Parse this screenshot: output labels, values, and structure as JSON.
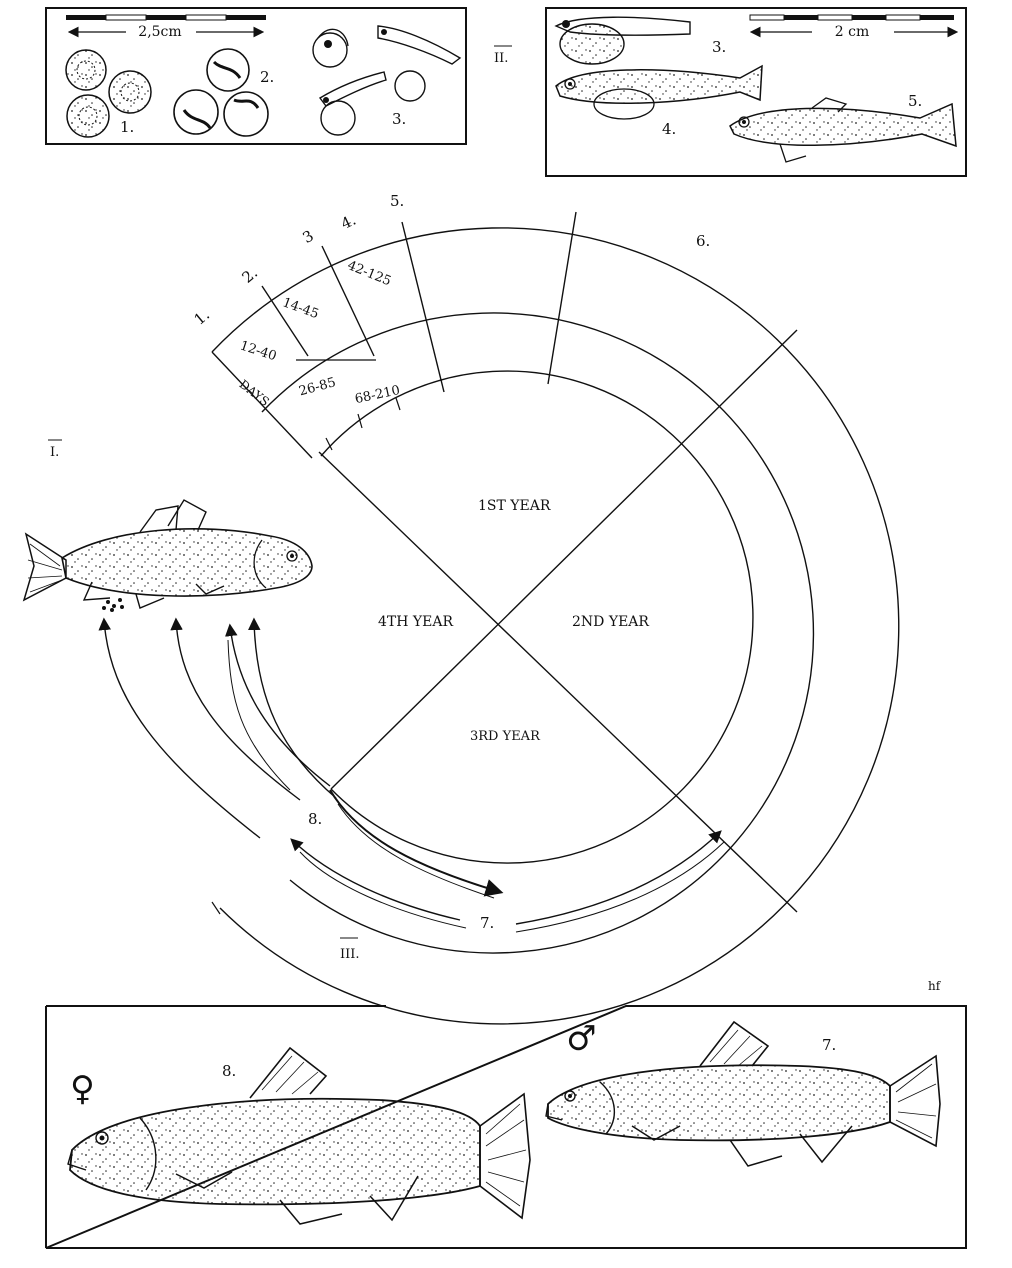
{
  "panel_eggs": {
    "scale_label": "2,5cm",
    "stage_numbers": [
      "1.",
      "2.",
      "3."
    ]
  },
  "panel_larvae": {
    "roman": "II.",
    "scale_label": "2 cm",
    "stage_numbers": [
      "3.",
      "4.",
      "5."
    ]
  },
  "panel_adult": {
    "roman": "I."
  },
  "cycle": {
    "stage_numbers": [
      "1.",
      "2.",
      "3",
      "4.",
      "5.",
      "6."
    ],
    "day_ranges_inner": [
      "12-40",
      "14-45",
      "42-125"
    ],
    "day_ranges_mid": [
      "26-85"
    ],
    "day_ranges_outer": [
      "68-210"
    ],
    "days_label": "DAYS",
    "quadrants": {
      "first": "1ST YEAR",
      "second": "2ND YEAR",
      "third": "3RD YEAR",
      "fourth": "4TH YEAR"
    },
    "arrow_labels": [
      "8.",
      "7."
    ],
    "roman_bottom": "III."
  },
  "signature": "hf",
  "panel_spawners": {
    "female_symbol": "♀",
    "female_number": "8.",
    "male_symbol": "♂",
    "male_number": "7."
  }
}
